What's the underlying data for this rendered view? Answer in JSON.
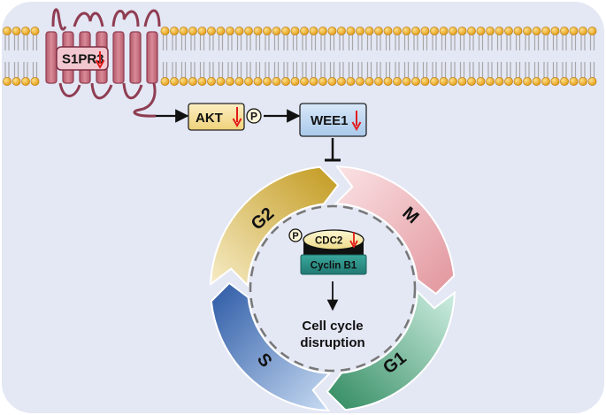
{
  "colors": {
    "background": "#e4e7f4",
    "receptor": "#c9707f",
    "lipid_head": "#f2a81d",
    "inhibit_arrow": "#e31b1b",
    "akt_box": "#f4dd9a",
    "wee1_box": "#bcd6ef",
    "cdc2": "#f6e9a6",
    "cyclin_b1": "#2e8e86",
    "phase_g2": "#c9a227",
    "phase_m": "#e39ea6",
    "phase_g1": "#3d9a72",
    "phase_s": "#3c67b0"
  },
  "receptor": {
    "label": "S1PR3",
    "regulation_icon": "down-arrow-icon"
  },
  "pathway": {
    "akt": {
      "label": "AKT",
      "phospho": "P"
    },
    "wee1": {
      "label": "WEE1"
    }
  },
  "cycle": {
    "phases": {
      "g2": "G2",
      "m": "M",
      "g1": "G1",
      "s": "S"
    },
    "complex": {
      "cdc2_label": "CDC2",
      "phospho": "P",
      "cyclin_label": "Cyclin B1"
    },
    "outcome": {
      "line1": "Cell cycle",
      "line2": "disruption"
    }
  }
}
